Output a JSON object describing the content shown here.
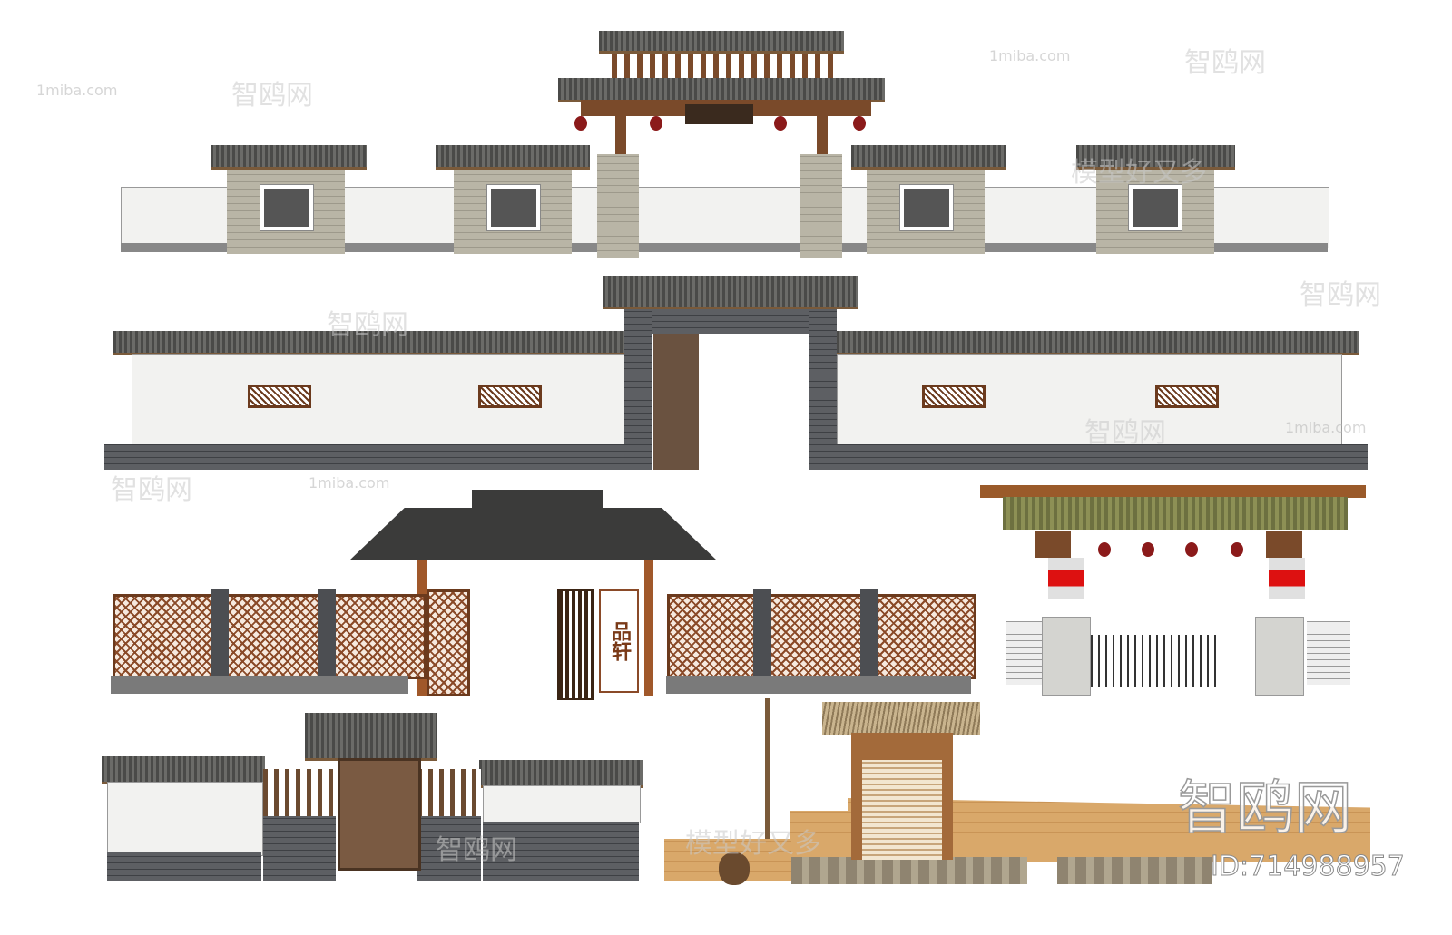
{
  "watermarks": {
    "site": "1miba.com",
    "brand": "智鸥网",
    "slogan": "模型好又多",
    "id_label": "ID:714988957"
  },
  "signboard": {
    "text": "品轩"
  },
  "colors": {
    "roof_tile": "#4a4a48",
    "wood": "#7a4a2a",
    "lantern": "#8b1a1a",
    "stone": "#b9b5a6",
    "earth_wall": "#d9a86a"
  }
}
